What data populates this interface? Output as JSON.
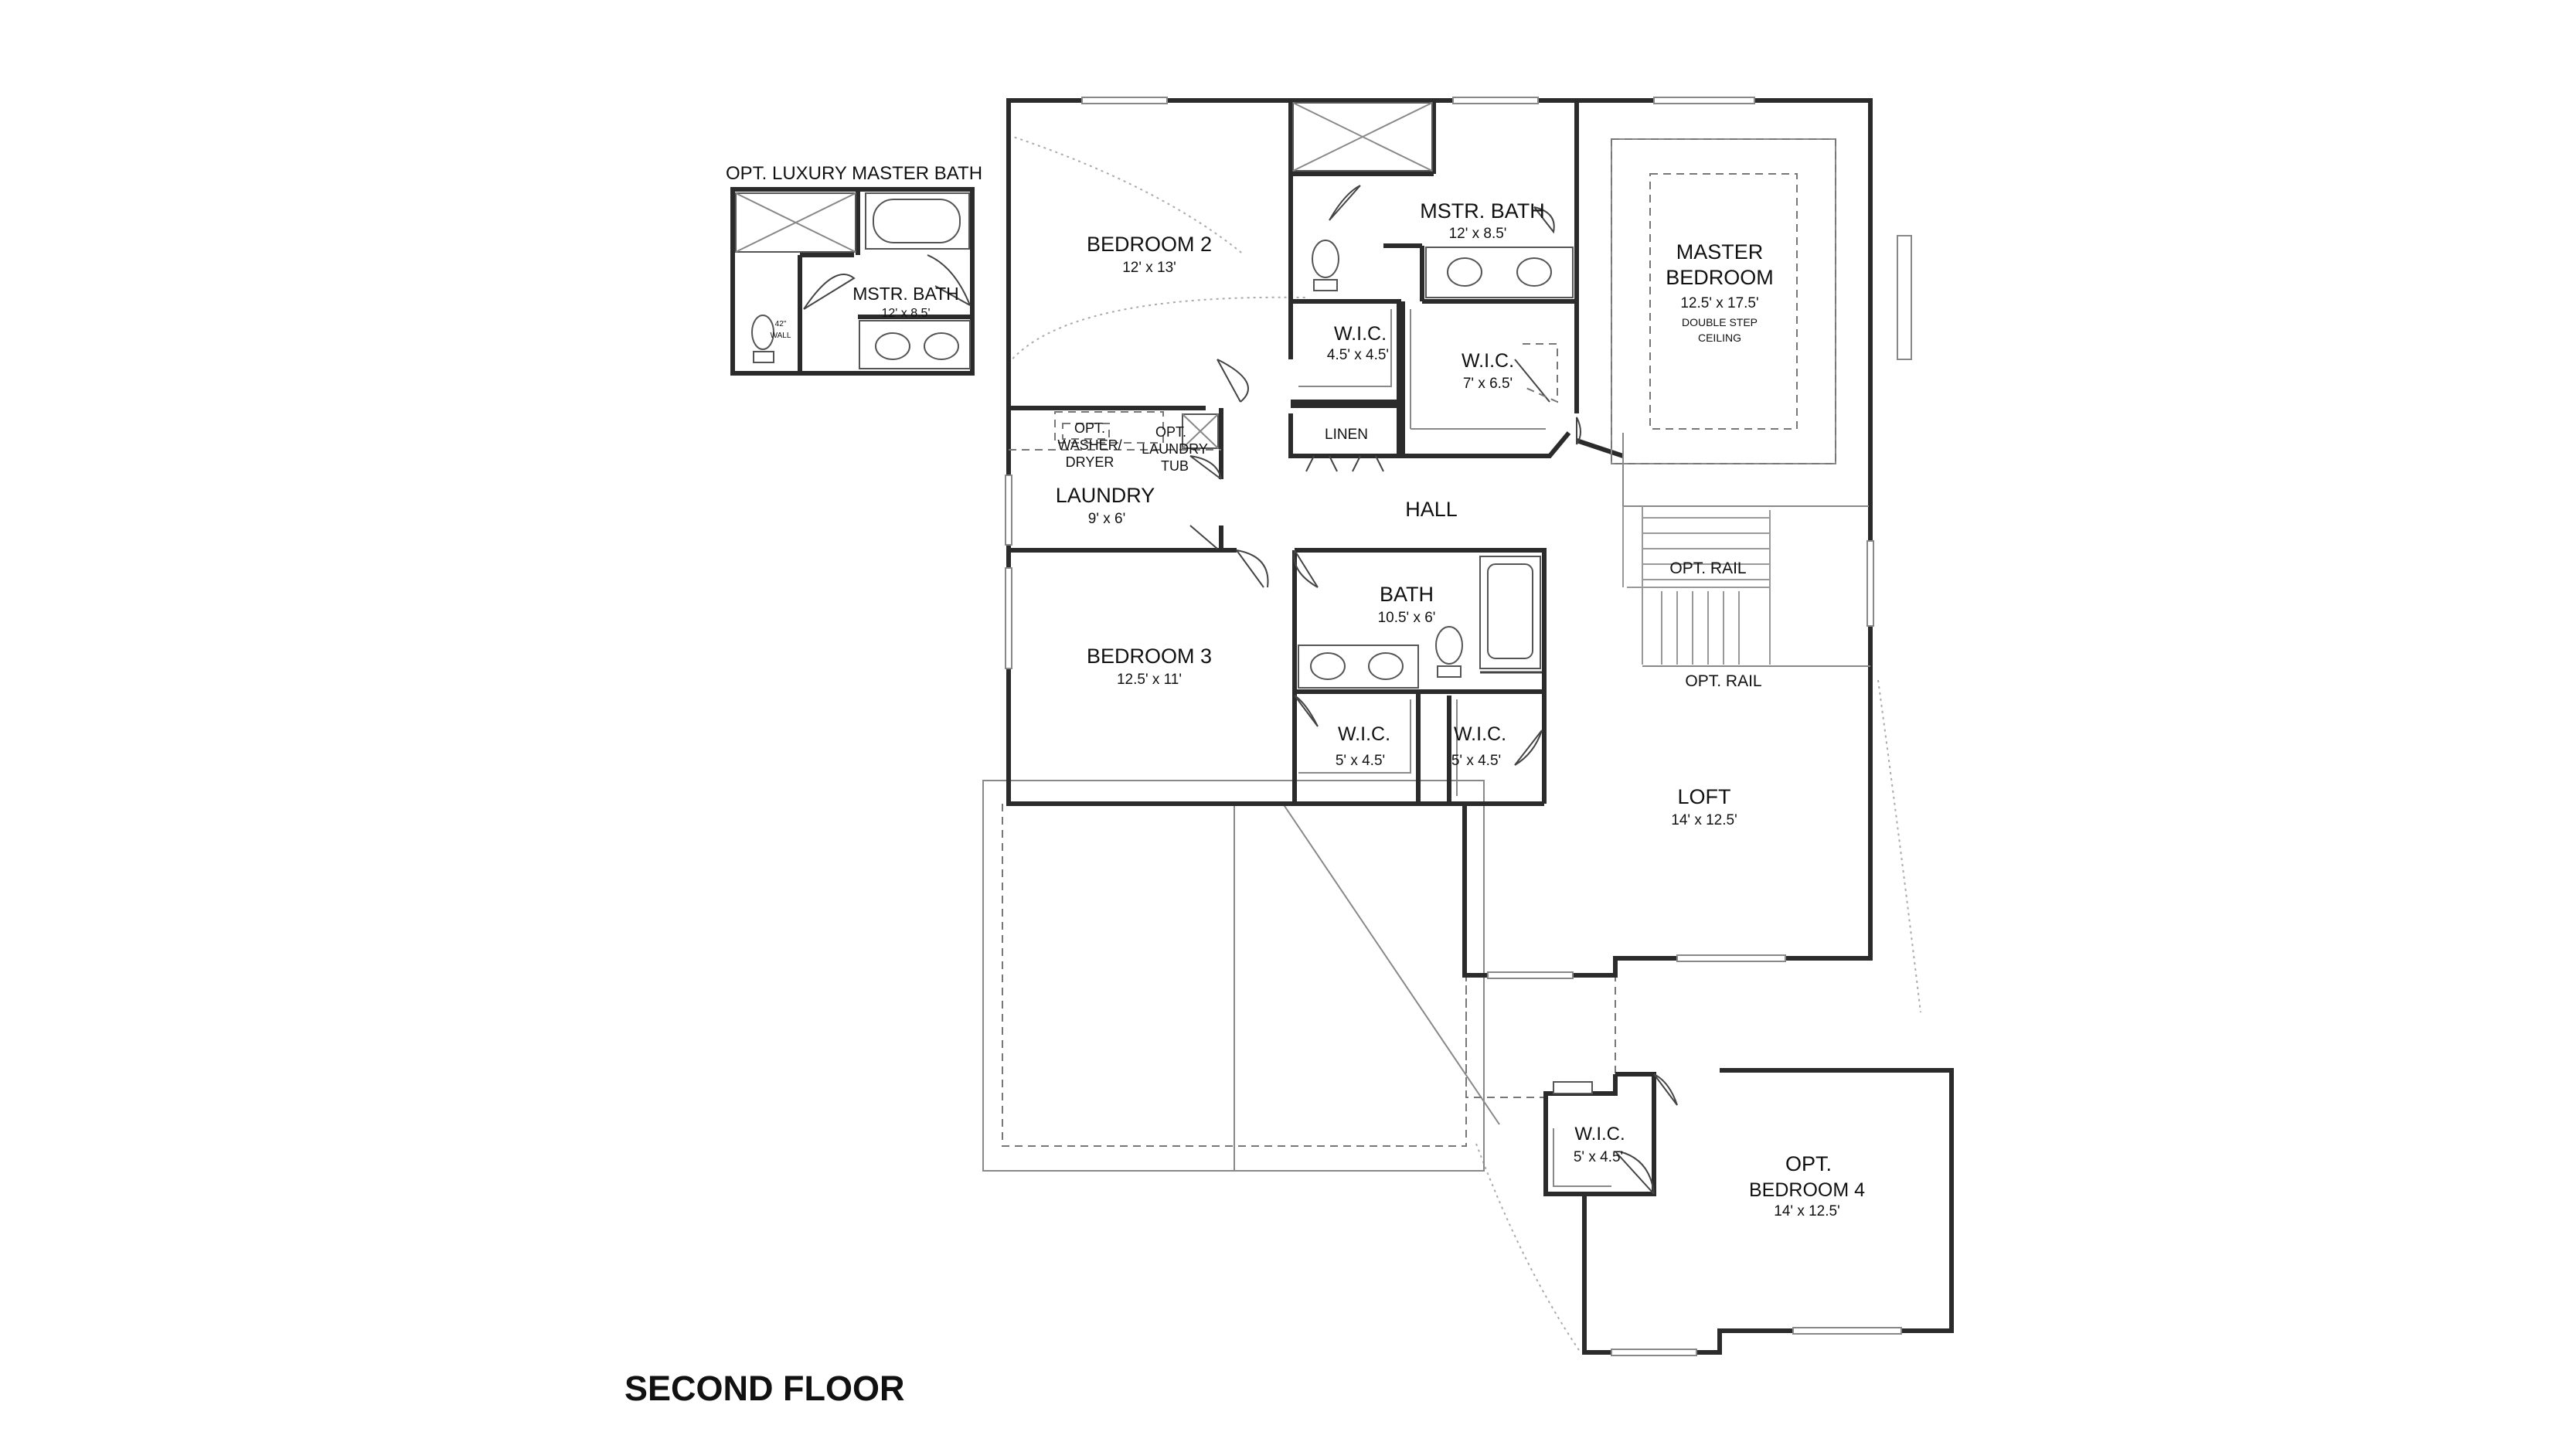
{
  "optional_bath": {
    "title": "OPT. LUXURY MASTER BATH",
    "room": "MSTR. BATH",
    "dim": "12' x 8.5'",
    "wall_note_1": "42\"",
    "wall_note_2": "WALL"
  },
  "rooms": {
    "bedroom2": {
      "name": "BEDROOM 2",
      "dim": "12' x 13'"
    },
    "mstr_bath": {
      "name": "MSTR. BATH",
      "dim": "12' x 8.5'"
    },
    "master": {
      "name1": "MASTER",
      "name2": "BEDROOM",
      "dim": "12.5' x 17.5'",
      "note1": "DOUBLE STEP",
      "note2": "CEILING"
    },
    "wic_small": {
      "name": "W.I.C.",
      "dim": "4.5' x 4.5'"
    },
    "wic_master": {
      "name": "W.I.C.",
      "dim": "7' x 6.5'"
    },
    "linen": {
      "name": "LINEN"
    },
    "laundry": {
      "name": "LAUNDRY",
      "dim": "9' x 6'",
      "opt1": "OPT.",
      "opt2": "WASHER/",
      "opt3": "DRYER",
      "tub1": "OPT.",
      "tub2": "LAUNDRY",
      "tub3": "TUB"
    },
    "hall": {
      "name": "HALL"
    },
    "bath": {
      "name": "BATH",
      "dim": "10.5' x 6'"
    },
    "bedroom3": {
      "name": "BEDROOM 3",
      "dim": "12.5' x 11'"
    },
    "wic_b3": {
      "name": "W.I.C.",
      "dim": "5' x 4.5'"
    },
    "wic_b3b": {
      "name": "W.I.C.",
      "dim": "5' x 4.5'"
    },
    "loft": {
      "name": "LOFT",
      "dim": "14' x 12.5'"
    },
    "rail1": {
      "name": "OPT. RAIL"
    },
    "rail2": {
      "name": "OPT. RAIL"
    },
    "bedroom4": {
      "name1": "OPT.",
      "name2": "BEDROOM 4",
      "dim": "14' x 12.5'"
    },
    "wic_b4": {
      "name": "W.I.C.",
      "dim": "5' x 4.5'"
    }
  },
  "floor_label": "SECOND FLOOR"
}
